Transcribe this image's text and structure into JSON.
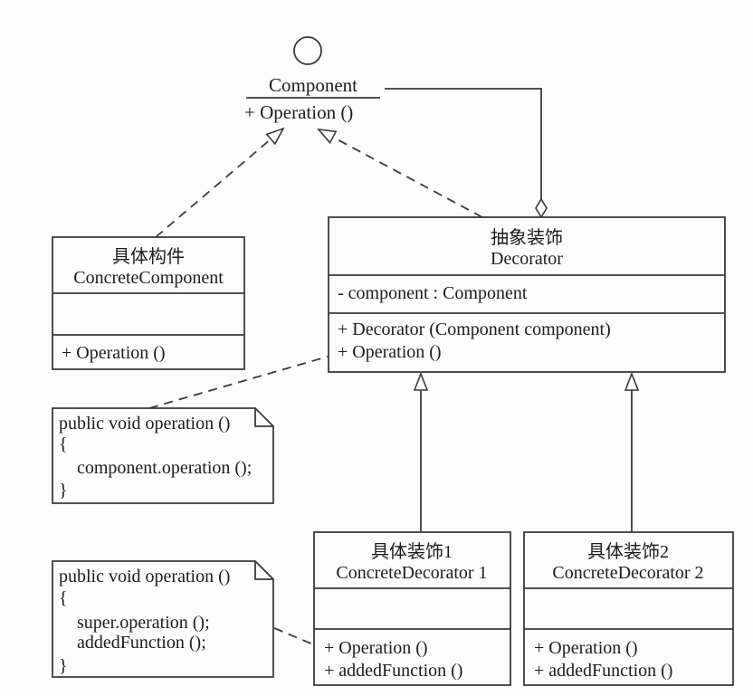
{
  "title": "Decorator pattern UML class diagram",
  "colors": {
    "line": "#3a3a3a",
    "text": "#1c1c1c",
    "background": "#fcfcfc"
  },
  "interface_component": {
    "name": "Component",
    "operation": "+ Operation ()"
  },
  "classes": {
    "concrete_component": {
      "name_cn": "具体构件",
      "name_en": "ConcreteComponent",
      "operations": [
        "+ Operation ()"
      ]
    },
    "decorator": {
      "name_cn": "抽象装饰",
      "name_en": "Decorator",
      "attributes": [
        "- component : Component"
      ],
      "operations": [
        "+ Decorator (Component component)",
        "+ Operation ()"
      ]
    },
    "concrete_decorator_1": {
      "name_cn": "具体装饰1",
      "name_en": "ConcreteDecorator 1",
      "operations": [
        "+ Operation ()",
        "+ addedFunction ()"
      ]
    },
    "concrete_decorator_2": {
      "name_cn": "具体装饰2",
      "name_en": "ConcreteDecorator 2",
      "operations": [
        "+ Operation ()",
        "+ addedFunction ()"
      ]
    }
  },
  "notes": {
    "operation_note": {
      "lines": [
        "public void operation ()",
        "{",
        "component.operation ();",
        "}"
      ]
    },
    "added_function_note": {
      "lines": [
        "public void operation ()",
        "{",
        "super.operation ();",
        "addedFunction ();",
        "}"
      ]
    }
  }
}
